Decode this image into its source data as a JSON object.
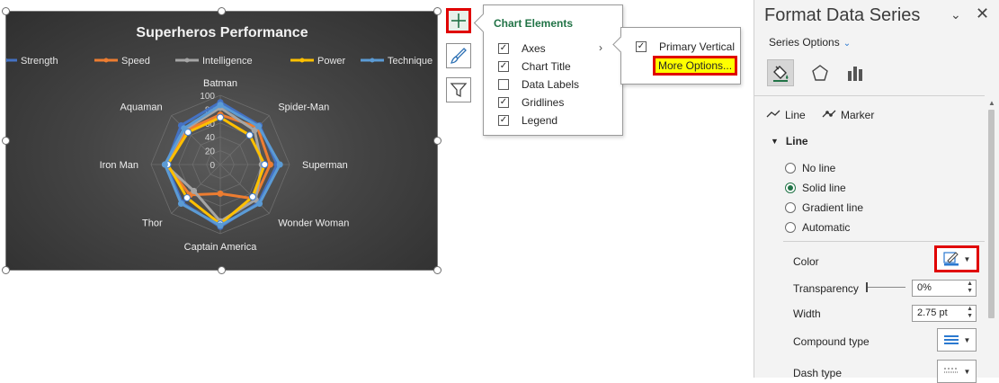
{
  "chart_data": {
    "type": "radar",
    "title": "Superheros Performance",
    "categories": [
      "Batman",
      "Spider-Man",
      "Superman",
      "Wonder Woman",
      "Captain America",
      "Thor",
      "Iron Man",
      "Aquaman"
    ],
    "radial_ticks": [
      "0",
      "20",
      "40",
      "60",
      "80",
      "100"
    ],
    "rlim": [
      0,
      100
    ],
    "legend_position": "top",
    "series": [
      {
        "name": "Strength",
        "color": "#4472c4",
        "values": [
          90,
          80,
          82,
          78,
          90,
          78,
          78,
          80
        ]
      },
      {
        "name": "Speed",
        "color": "#ed7d31",
        "values": [
          72,
          76,
          72,
          70,
          42,
          62,
          78,
          70
        ]
      },
      {
        "name": "Intelligence",
        "color": "#a5a5a5",
        "values": [
          82,
          70,
          60,
          72,
          82,
          54,
          80,
          72
        ]
      },
      {
        "name": "Power",
        "color": "#ffc000",
        "values": [
          68,
          60,
          64,
          66,
          86,
          68,
          76,
          66
        ]
      },
      {
        "name": "Technique",
        "color": "#5b9bd5",
        "values": [
          86,
          78,
          86,
          80,
          88,
          80,
          80,
          74
        ]
      }
    ]
  },
  "chart_buttons": {
    "elements": "chart-elements",
    "styles": "brush",
    "filters": "funnel"
  },
  "chart_elements": {
    "title": "Chart Elements",
    "items": [
      {
        "label": "Axes",
        "checked": true,
        "has_submenu": true
      },
      {
        "label": "Chart Title",
        "checked": true
      },
      {
        "label": "Data Labels",
        "checked": false
      },
      {
        "label": "Gridlines",
        "checked": true
      },
      {
        "label": "Legend",
        "checked": true
      }
    ],
    "axes_submenu": {
      "items": [
        {
          "label": "Primary Vertical",
          "checked": true
        }
      ],
      "more_options": "More Options..."
    }
  },
  "format_pane": {
    "title": "Format Data Series",
    "series_options": "Series Options",
    "tabs": [
      "fill-line",
      "effects",
      "series-options"
    ],
    "subtabs": {
      "line": "Line",
      "marker": "Marker"
    },
    "line_section": "Line",
    "line_options": [
      {
        "label": "No line",
        "selected": false
      },
      {
        "label": "Solid line",
        "selected": true
      },
      {
        "label": "Gradient line",
        "selected": false
      },
      {
        "label": "Automatic",
        "selected": false
      }
    ],
    "color_label": "Color",
    "transparency_label": "Transparency",
    "transparency_value": "0%",
    "transparency_level": 0,
    "width_label": "Width",
    "width_value": "2.75 pt",
    "compound_label": "Compound type",
    "dash_label": "Dash type"
  }
}
